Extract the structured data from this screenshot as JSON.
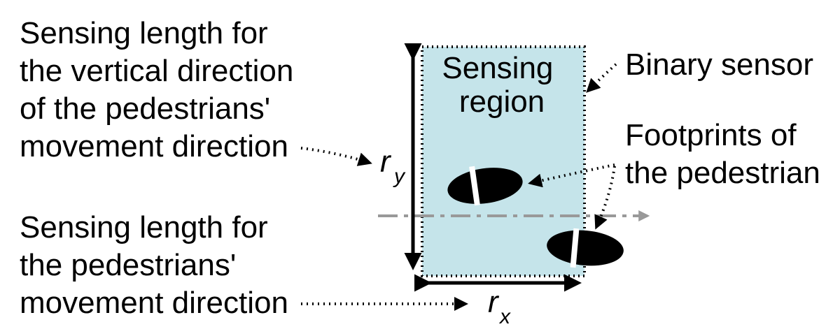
{
  "labels": {
    "vertical_length": [
      "Sensing length for",
      "the vertical direction",
      "of the pedestrians'",
      "movement direction"
    ],
    "movement_length": [
      "Sensing length for",
      "the pedestrians'",
      "movement direction"
    ],
    "sensing_region": [
      "Sensing",
      "region"
    ],
    "binary_sensor": "Binary sensor",
    "footprints": [
      "Footprints of",
      "the pedestrian"
    ]
  },
  "symbols": {
    "ry_main": "r",
    "ry_sub": "y",
    "rx_main": "r",
    "rx_sub": "x"
  },
  "colors": {
    "region_fill": "#c5e4ea",
    "ink": "#000000",
    "path_line": "#999999"
  }
}
